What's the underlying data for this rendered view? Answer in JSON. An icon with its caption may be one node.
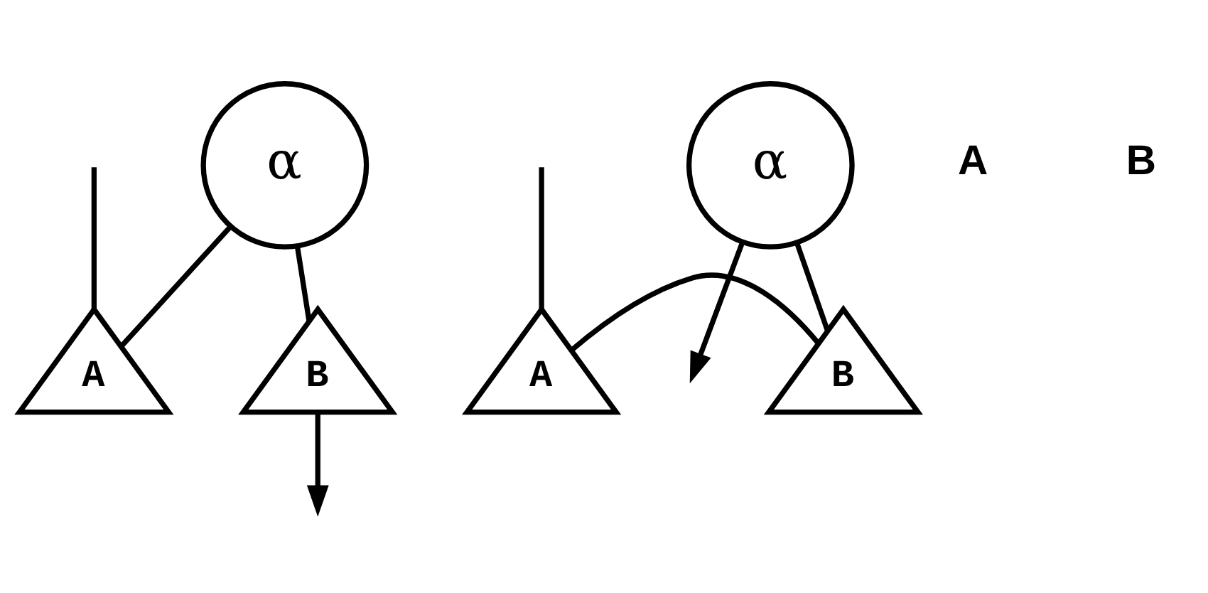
{
  "diagram": {
    "nodes": [
      {
        "text": [
          "α"
        ]
      },
      {
        "text": [
          "A"
        ]
      },
      {
        "text": [
          "B"
        ]
      },
      {
        "text": [
          "α"
        ]
      },
      {
        "text": [
          "A"
        ]
      },
      {
        "text": [
          "B"
        ]
      }
    ],
    "edges": [
      {
        "from": 0,
        "to": 1,
        "arrow": "none"
      },
      {
        "from": 0,
        "to": 2,
        "arrow": "none"
      },
      {
        "from": null,
        "to": 1,
        "arrow": "none"
      },
      {
        "from": 2,
        "to": null,
        "arrow": "to"
      },
      {
        "from": 3,
        "to": null,
        "arrow": "to"
      },
      {
        "from": 3,
        "to": 5,
        "arrow": "none"
      },
      {
        "from": null,
        "to": 4,
        "arrow": "none"
      },
      {
        "from": 4,
        "to": 5,
        "arrow": "none"
      }
    ],
    "labels": [
      "A",
      "B"
    ]
  }
}
